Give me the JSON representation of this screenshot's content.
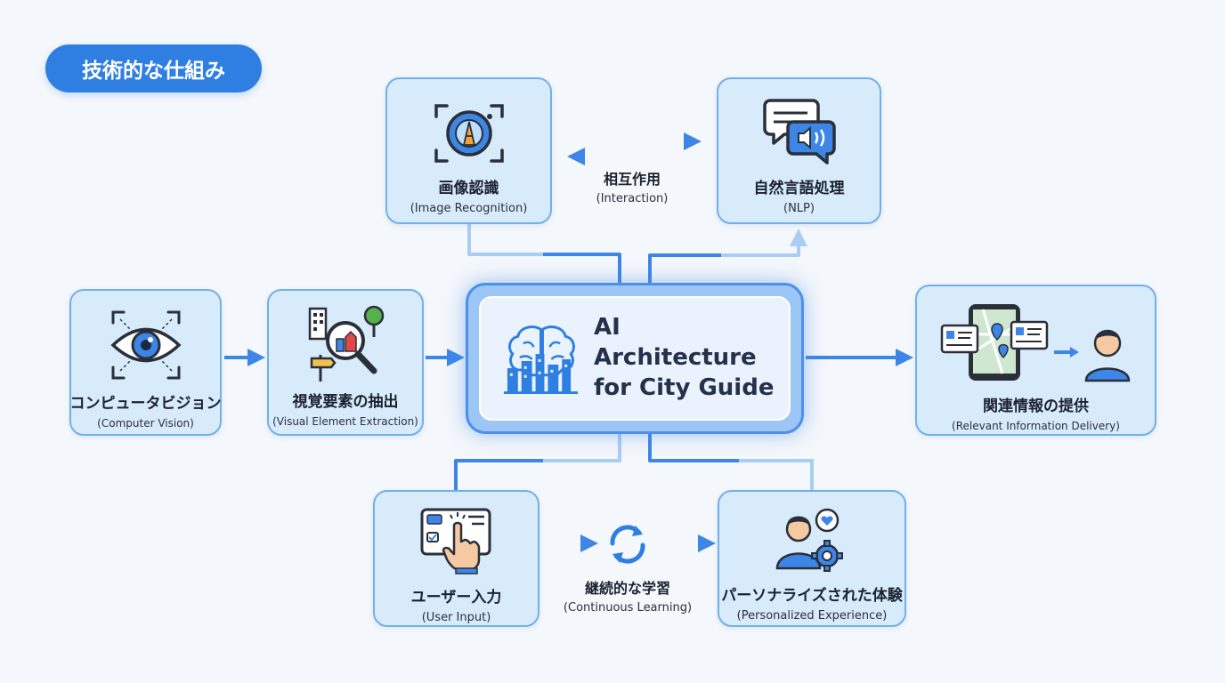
{
  "badge": "技術的な仕組み",
  "center": {
    "line1": "AI Architecture",
    "line2": "for City Guide"
  },
  "nodes": {
    "image_recognition": {
      "ja": "画像認識",
      "en": "(Image Recognition)"
    },
    "nlp": {
      "ja": "自然言語処理",
      "en": "(NLP)"
    },
    "computer_vision": {
      "ja": "コンピュータビジョン",
      "en": "(Computer Vision)"
    },
    "visual_extraction": {
      "ja": "視覚要素の抽出",
      "en": "(Visual Element Extraction)"
    },
    "info_delivery": {
      "ja": "関連情報の提供",
      "en": "(Relevant Information Delivery)"
    },
    "user_input": {
      "ja": "ユーザー入力",
      "en": "(User Input)"
    },
    "personalized": {
      "ja": "パーソナライズされた体験",
      "en": "(Personalized Experience)"
    }
  },
  "labels": {
    "interaction": {
      "ja": "相互作用",
      "en": "(Interaction)"
    },
    "learning": {
      "ja": "継続的な学習",
      "en": "(Continuous Learning)"
    }
  },
  "colors": {
    "accent": "#2f7fe3",
    "node_fill": "#d8ebfb",
    "node_border": "#73afe8",
    "connector": "#3d86e6",
    "connector_light": "#a9cdf3"
  },
  "icons": {
    "image_recognition": "camera-focus-tower-icon",
    "nlp": "chat-bubbles-speaker-icon",
    "computer_vision": "eye-scan-icon",
    "visual_extraction": "city-magnifier-icon",
    "center": "brain-city-icon",
    "info_delivery": "phone-map-user-icon",
    "user_input": "touch-screen-hand-icon",
    "learning": "refresh-cycle-icon",
    "personalized": "user-gear-heart-icon"
  }
}
